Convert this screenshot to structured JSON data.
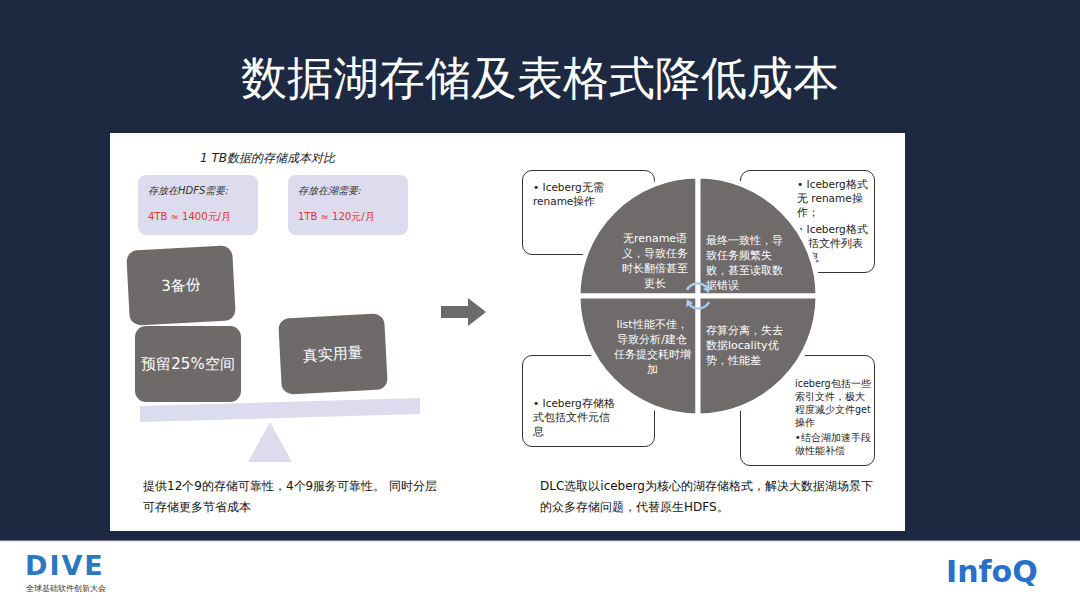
{
  "diagram": {
    "title": "数据湖存储及表格式降低成本",
    "nodes": [
      {
        "text": [
          "存放在HDFS需要:",
          "4TB ≈ 1400元/月"
        ]
      },
      {
        "text": [
          "存放在湖需要:",
          "1TB ≈ 120元/月"
        ]
      },
      {
        "text": [
          "3备份"
        ]
      },
      {
        "text": [
          "预留25%空间"
        ]
      },
      {
        "text": [
          "真实用量"
        ]
      },
      {
        "text": [
          "• Iceberg无需 rename操作"
        ]
      },
      {
        "text": [
          "• Iceberg格式无 rename操作；",
          "• Iceberg格式包括文件列表信息"
        ]
      },
      {
        "text": [
          "• Iceberg存储格式包括文件元信息"
        ]
      },
      {
        "text": [
          "iceberg包括一些索引文件，极大程度减少文件get操作",
          "•结合湖加速手段做性能补偿"
        ]
      },
      {
        "text": [
          "无rename语义，导致任务时长翻倍甚至更长"
        ]
      },
      {
        "text": [
          "最终一致性，导致任务频繁失败，甚至读取数据错误"
        ]
      },
      {
        "text": [
          "list性能不佳，导致分析/建仓任务提交耗时增加"
        ]
      },
      {
        "text": [
          "存算分离，失去数据locality优势，性能差"
        ]
      }
    ],
    "labels": [
      "1 TB数据的存储成本对比",
      "提供12个9的存储可靠性，4个9服务可靠性。 同时分层可存储更多节省成本",
      "DLC选取以iceberg为核心的湖存储格式，解决大数据湖场景下的众多存储问题，代替原生HDFS。",
      "DIVE",
      "全球基础软件创新大会",
      "InfoQ"
    ]
  }
}
